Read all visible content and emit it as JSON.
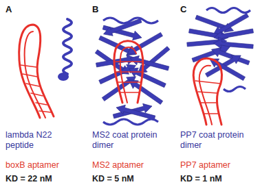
{
  "diagram": {
    "labels": [
      "A",
      "lambda N22 peptide",
      "boxB aptamer",
      "KD = 22 nM",
      "B",
      "MS2 coat protein dimer",
      "MS2 aptamer",
      "KD = 5 nM",
      "C",
      "PP7 coat protein dimer",
      "PP7 aptamer",
      "KD = 1 nM"
    ]
  }
}
